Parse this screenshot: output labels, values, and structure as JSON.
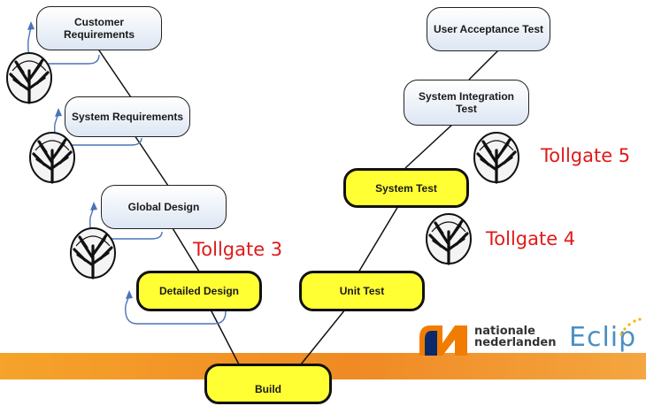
{
  "boxes": {
    "customer_requirements": "Customer Requirements",
    "system_requirements": "System Requirements",
    "global_design": "Global Design",
    "detailed_design": "Detailed Design",
    "build": "Build",
    "unit_test": "Unit Test",
    "system_test": "System Test",
    "system_integration_test": "System Integration Test",
    "user_acceptance_test": "User Acceptance Test"
  },
  "tollgates": {
    "tollgate_3": "Tollgate 3",
    "tollgate_4": "Tollgate 4",
    "tollgate_5": "Tollgate 5"
  },
  "logo": {
    "nn_line1": "nationale",
    "nn_line2": "nederlanden",
    "eclip": "Eclip"
  },
  "colors": {
    "tollgate_text": "#e01a1a",
    "yellow_box": "#ffff33",
    "blue_box": "#dde6f3",
    "orange_band": "#f08a24",
    "arrow": "#4a74b8",
    "nn_orange": "#f07d00",
    "eclip_blue": "#4a8fc4"
  },
  "icons": [
    "tree-icon",
    "nn-lion-logo-icon",
    "eclip-dots-icon"
  ]
}
